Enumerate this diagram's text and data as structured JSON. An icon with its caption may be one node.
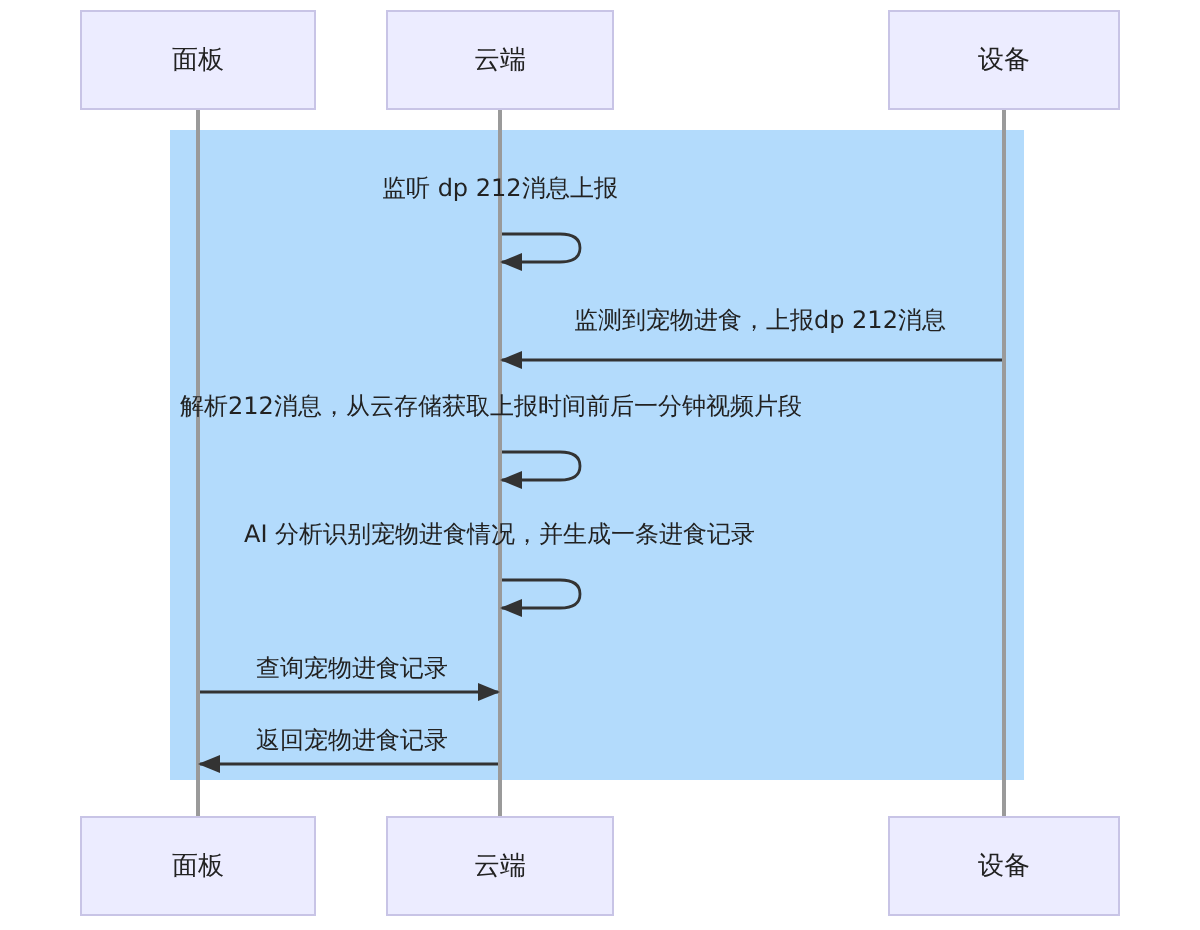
{
  "diagram": {
    "nodes": [
      {
        "text": [
          "面板"
        ]
      },
      {
        "text": [
          "云端"
        ]
      },
      {
        "text": [
          "设备"
        ]
      },
      {
        "text": [],
        "shape": "line"
      },
      {
        "text": [],
        "shape": "line"
      },
      {
        "text": [],
        "shape": "line"
      },
      {
        "text": [
          "面板"
        ]
      },
      {
        "text": [
          "云端"
        ]
      },
      {
        "text": [
          "设备"
        ]
      }
    ],
    "edges": [
      {
        "from": 4,
        "to": 4,
        "arrow": "to",
        "label": "监听 dp 212消息上报"
      },
      {
        "from": 5,
        "to": 4,
        "arrow": "to",
        "label": "监测到宠物进食，上报dp 212消息"
      },
      {
        "from": 4,
        "to": 4,
        "arrow": "to",
        "label": "解析212消息，从云存储获取上报时间前后一分钟视频片段"
      },
      {
        "from": 4,
        "to": 4,
        "arrow": "to",
        "label": "AI 分析识别宠物进食情况，并生成一条进食记录"
      },
      {
        "from": 3,
        "to": 4,
        "arrow": "to",
        "label": "查询宠物进食记录"
      },
      {
        "from": 4,
        "to": 3,
        "arrow": "to",
        "label": "返回宠物进食记录"
      }
    ]
  }
}
